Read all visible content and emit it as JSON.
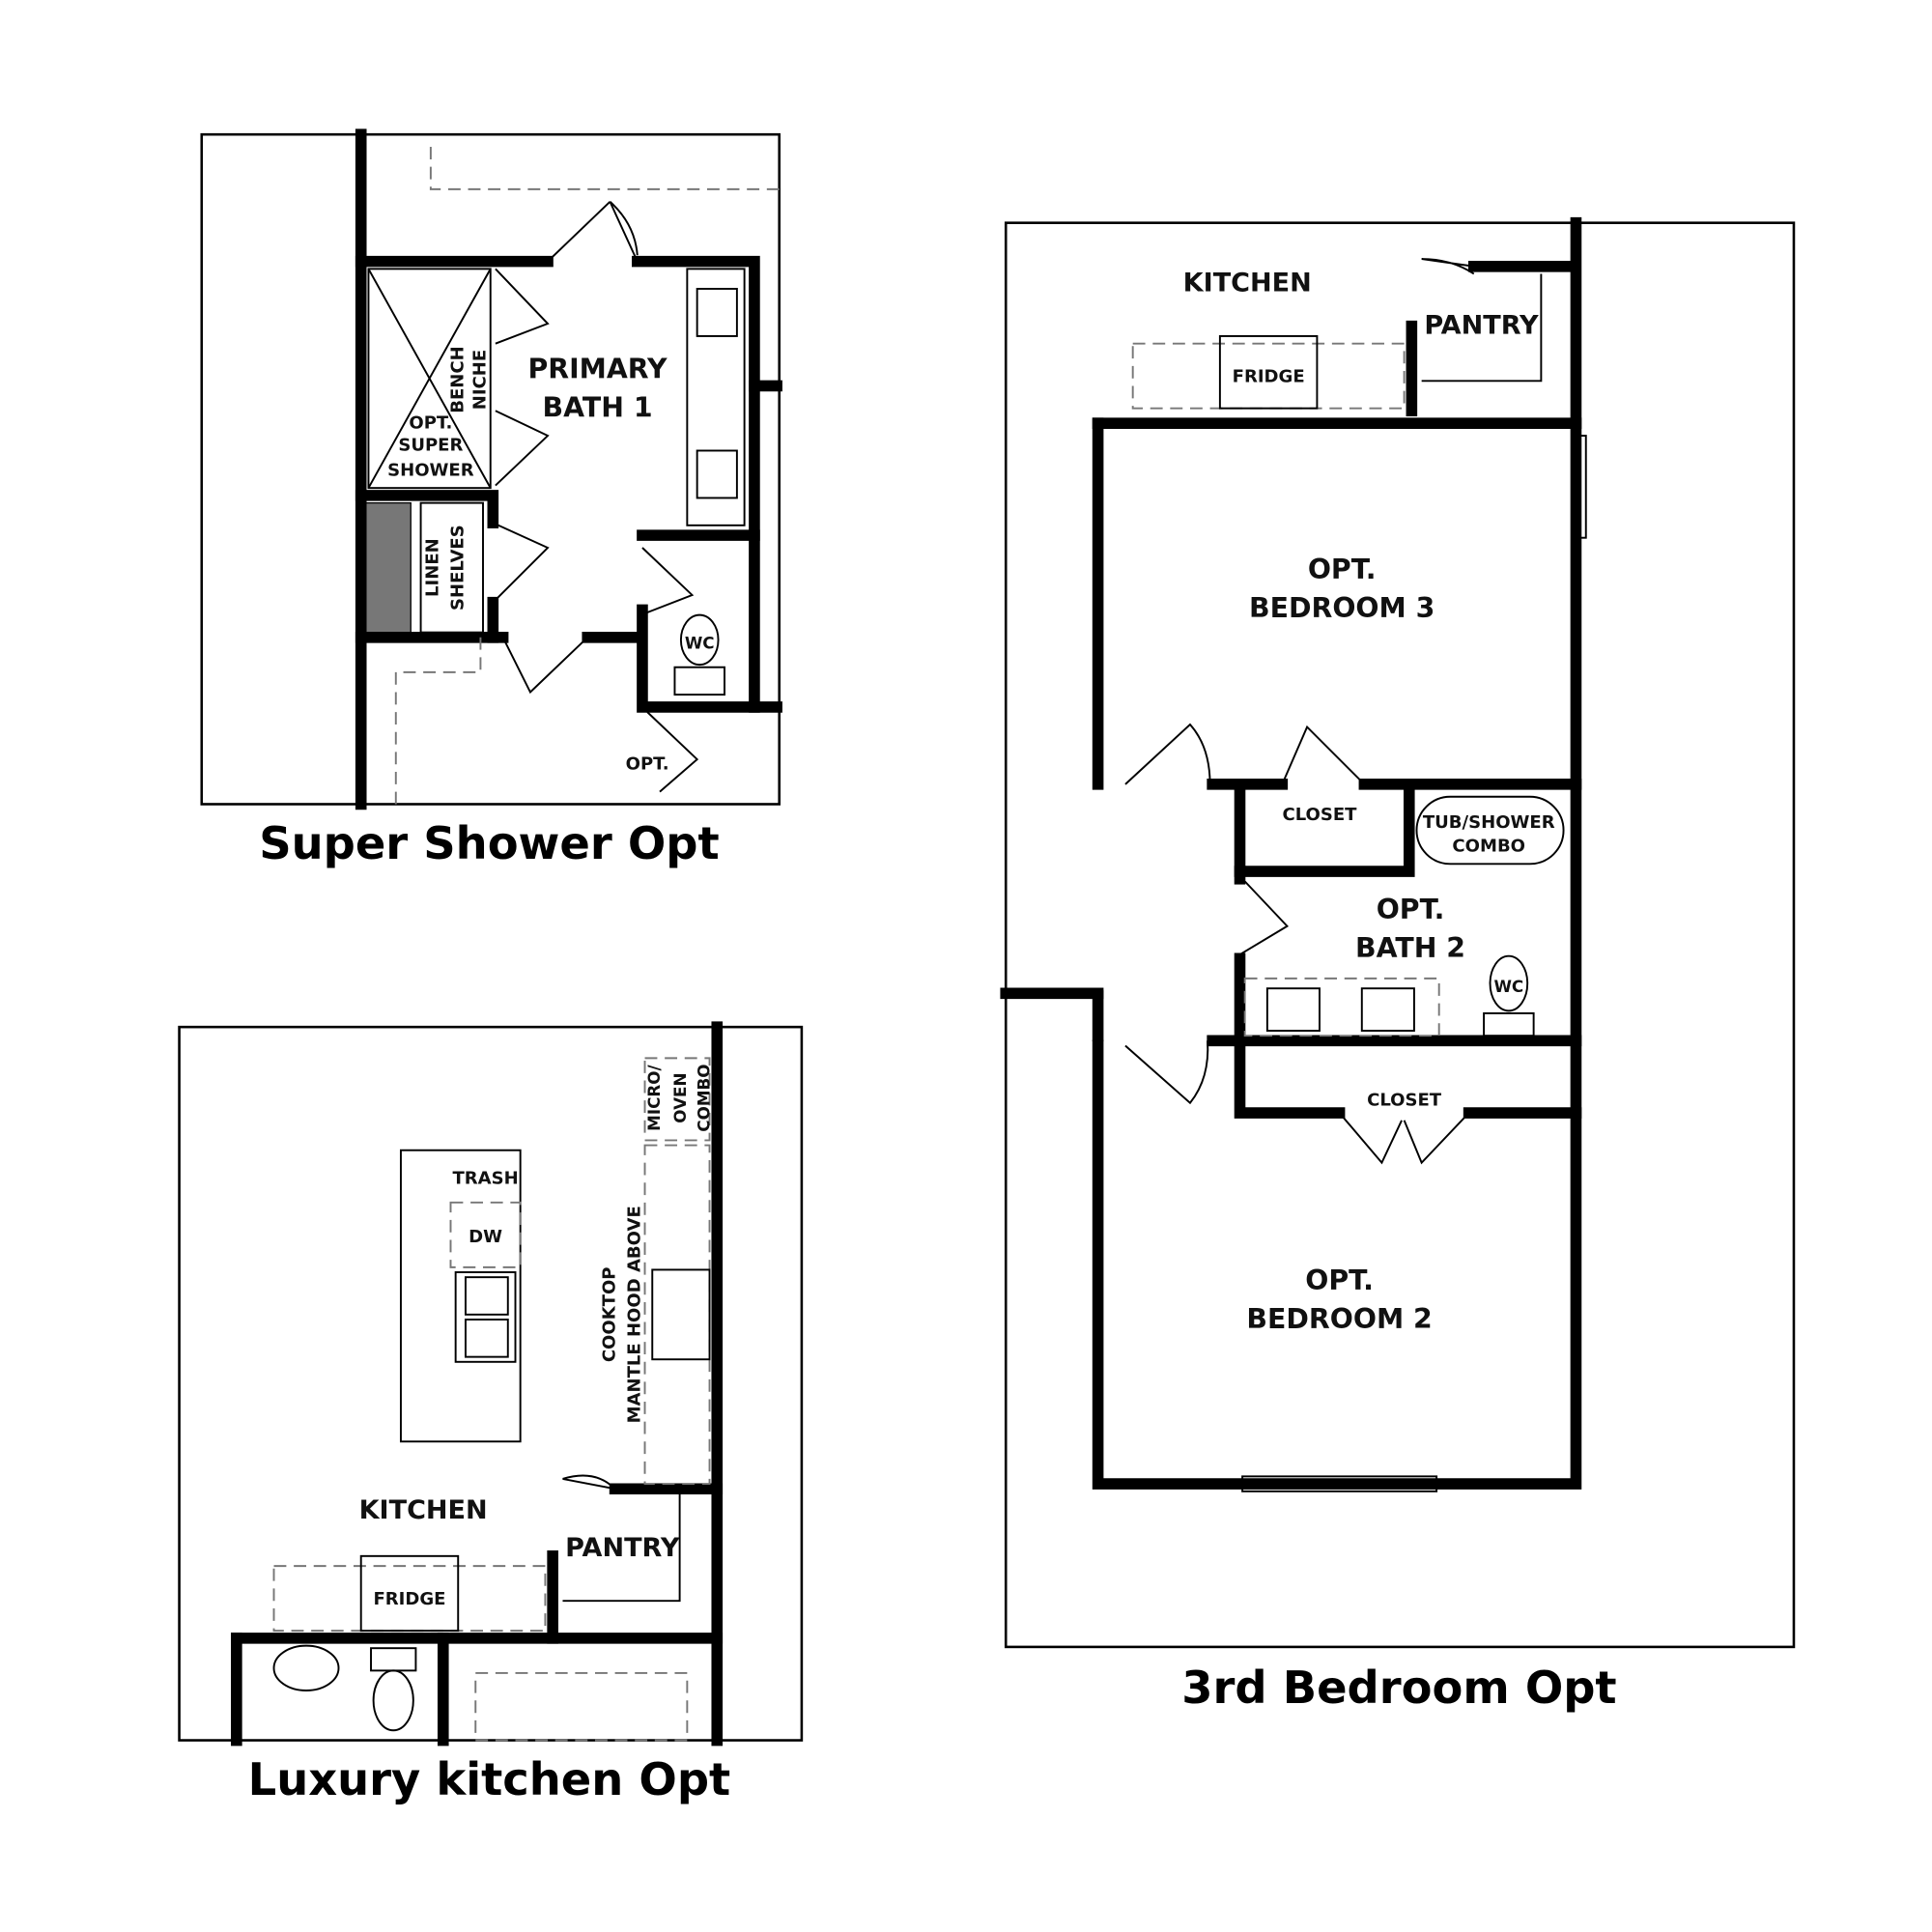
{
  "panels": {
    "super_shower": {
      "title": "Super Shower Opt",
      "labels": {
        "primary_bath_l1": "PRIMARY",
        "primary_bath_l2": "BATH 1",
        "bench": "BENCH",
        "niche": "NICHE",
        "shower_l1": "OPT.",
        "shower_l2": "SUPER",
        "shower_l3": "SHOWER",
        "linen": "LINEN",
        "shelves": "SHELVES",
        "wc": "WC",
        "opt": "OPT."
      }
    },
    "luxury_kitchen": {
      "title": "Luxury kitchen Opt",
      "labels": {
        "trash": "TRASH",
        "dw": "DW",
        "micro": "MICRO/",
        "oven": "OVEN",
        "combo": "COMBO",
        "cooktop": "COOKTOP",
        "mantle_hood": "MANTLE HOOD ABOVE",
        "kitchen": "KITCHEN",
        "pantry": "PANTRY",
        "fridge": "FRIDGE"
      }
    },
    "third_bedroom": {
      "title": "3rd Bedroom Opt",
      "labels": {
        "kitchen": "KITCHEN",
        "pantry": "PANTRY",
        "fridge": "FRIDGE",
        "bedroom3_l1": "OPT.",
        "bedroom3_l2": "BEDROOM 3",
        "closet1": "CLOSET",
        "tub_l1": "TUB/SHOWER",
        "tub_l2": "COMBO",
        "bath2_l1": "OPT.",
        "bath2_l2": "BATH 2",
        "wc": "WC",
        "closet2": "CLOSET",
        "bedroom2_l1": "OPT.",
        "bedroom2_l2": "BEDROOM 2"
      }
    }
  },
  "colors": {
    "wall": "#000000",
    "shelf_fill": "#777777",
    "background": "#ffffff"
  }
}
